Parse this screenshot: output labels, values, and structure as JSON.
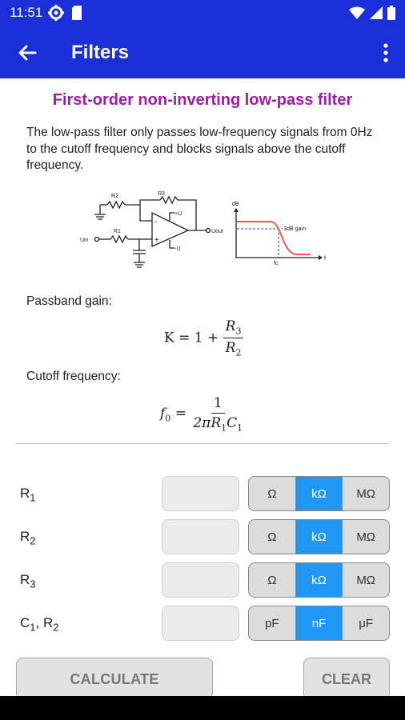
{
  "status_bar": {
    "time": "11:51",
    "icons_left": [
      "settings-icon",
      "sd-card-icon"
    ],
    "icons_right": [
      "wifi-icon",
      "signal-icon",
      "battery-icon"
    ]
  },
  "app_bar": {
    "title": "Filters",
    "back_icon": "arrow-back-icon",
    "menu_icon": "more-vert-icon",
    "color": "#1a2fd6"
  },
  "page": {
    "heading": "First-order non-inverting low-pass filter",
    "heading_color": "#9c1ea6",
    "description": "The low-pass filter only passes low-frequency signals from 0Hz to the cutoff frequency and blocks signals above the cutoff frequency."
  },
  "diagram": {
    "circuit": {
      "r1": "R1",
      "r2": "R2",
      "r3": "R3",
      "input": "Uin",
      "output": "Uout",
      "vplus": "+U",
      "vminus": "-U",
      "minus_sign": "-",
      "plus_sign": "+"
    },
    "response": {
      "y_label": "dB",
      "x_label": "f",
      "cutoff_label": "fc",
      "gain_label": "-3dB gain",
      "curve_color": "#f25555"
    }
  },
  "formulas": {
    "passband_label": "Passband gain:",
    "gain": {
      "lhs": "K = 1 +",
      "numerator": "R",
      "numerator_sub": "3",
      "denominator": "R",
      "denominator_sub": "2"
    },
    "cutoff_label": "Cutoff frequency:",
    "cutoff": {
      "lhs": "f",
      "lhs_sub": "0",
      "equals": "=",
      "numerator": "1",
      "denominator": "2πR",
      "den_sub1": "1",
      "den_c": "C",
      "den_sub2": "1"
    }
  },
  "inputs": [
    {
      "label": "R",
      "sub": "1",
      "value": "",
      "units": [
        "Ω",
        "kΩ",
        "MΩ"
      ],
      "selected": 1
    },
    {
      "label": "R",
      "sub": "2",
      "value": "",
      "units": [
        "Ω",
        "kΩ",
        "MΩ"
      ],
      "selected": 1
    },
    {
      "label": "R",
      "sub": "3",
      "value": "",
      "units": [
        "Ω",
        "kΩ",
        "MΩ"
      ],
      "selected": 1
    },
    {
      "label": "C",
      "sub": "1",
      "label2": ", R",
      "sub2": "2",
      "value": "",
      "units": [
        "pF",
        "nF",
        "μF"
      ],
      "selected": 1
    }
  ],
  "buttons": {
    "calculate": "CALCULATE",
    "clear": "CLEAR"
  },
  "accent_color": "#2196f3"
}
